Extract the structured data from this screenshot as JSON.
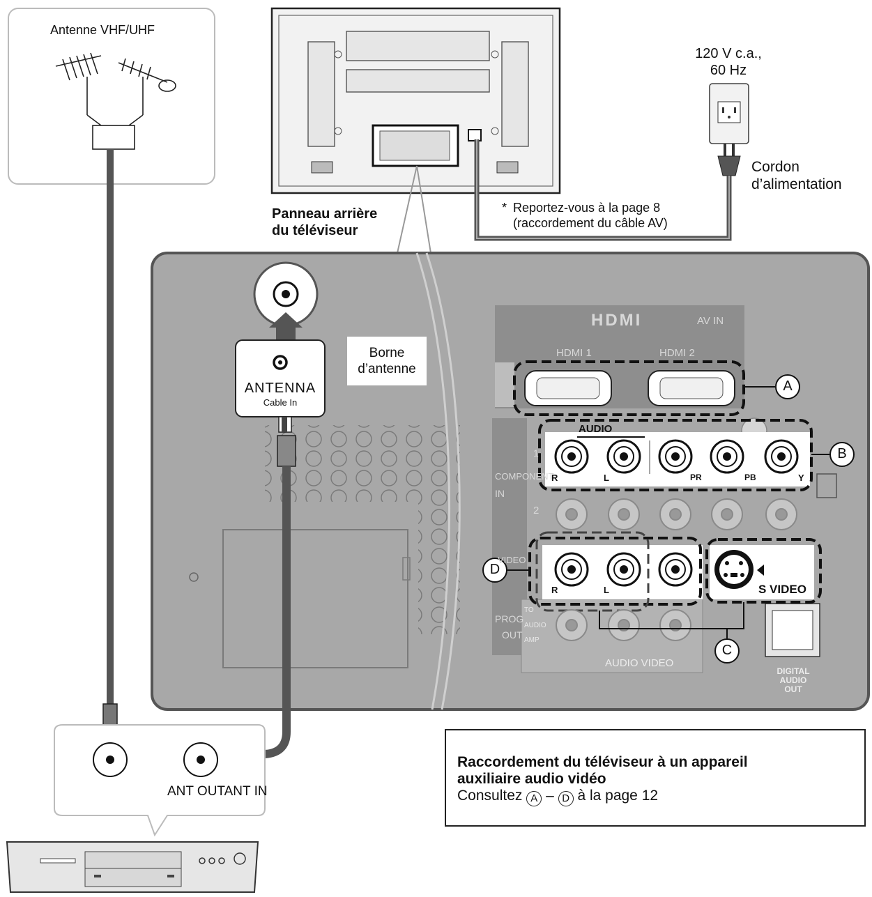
{
  "antenna": {
    "label": "Antenne VHF/UHF"
  },
  "power": {
    "line1": "120 V c.a.,",
    "line2": "60 Hz",
    "cord_line1": "Cordon",
    "cord_line2": "d’alimentation"
  },
  "note": {
    "star": "*",
    "line1": "Reportez-vous à la page 8",
    "line2": "(raccordement du câble AV)"
  },
  "tv_back": {
    "line1": "Panneau arrière",
    "line2": "du téléviseur"
  },
  "antenna_terminal": {
    "callout_line1": "Borne",
    "callout_line2": "d’antenne",
    "jack_label": "ANTENNA",
    "jack_sub": "Cable  In"
  },
  "panel": {
    "hdmi_logo": "HDMI",
    "av_in": "AV IN",
    "hdmi1": "HDMI 1",
    "hdmi2": "HDMI 2",
    "audio": "AUDIO",
    "component_line1": "COMPONENT",
    "component_line2": "IN",
    "row1_num": "1",
    "row2_num": "2",
    "jack_R": "R",
    "jack_L": "L",
    "jack_PR": "PR",
    "jack_PB": "PB",
    "jack_Y": "Y",
    "video_in": "VIDEO",
    "prog": "PROG",
    "out": "OUT",
    "to": "TO",
    "audio_small": "AUDIO",
    "amp": "AMP",
    "svideo": "S VIDEO",
    "audio_video": "AUDIO VIDEO",
    "digital_line1": "DIGITAL",
    "digital_line2": "AUDIO",
    "digital_line3": "OUT"
  },
  "markers": {
    "A": "A",
    "B": "B",
    "C": "C",
    "D": "D"
  },
  "box_device": {
    "ant_label": "ANT OUTANT IN"
  },
  "info": {
    "title_line1": "Raccordement du téléviseur à un appareil",
    "title_line2": "auxiliaire audio vidéo",
    "body_prefix": "Consultez",
    "marker_from": "A",
    "dash": "–",
    "marker_to": "D",
    "body_suffix": "à la page 12"
  },
  "colors": {
    "panel": "#a8a8a8",
    "panel_dark": "#8e8e8e",
    "cable": "#555555",
    "dash": "#111111"
  }
}
